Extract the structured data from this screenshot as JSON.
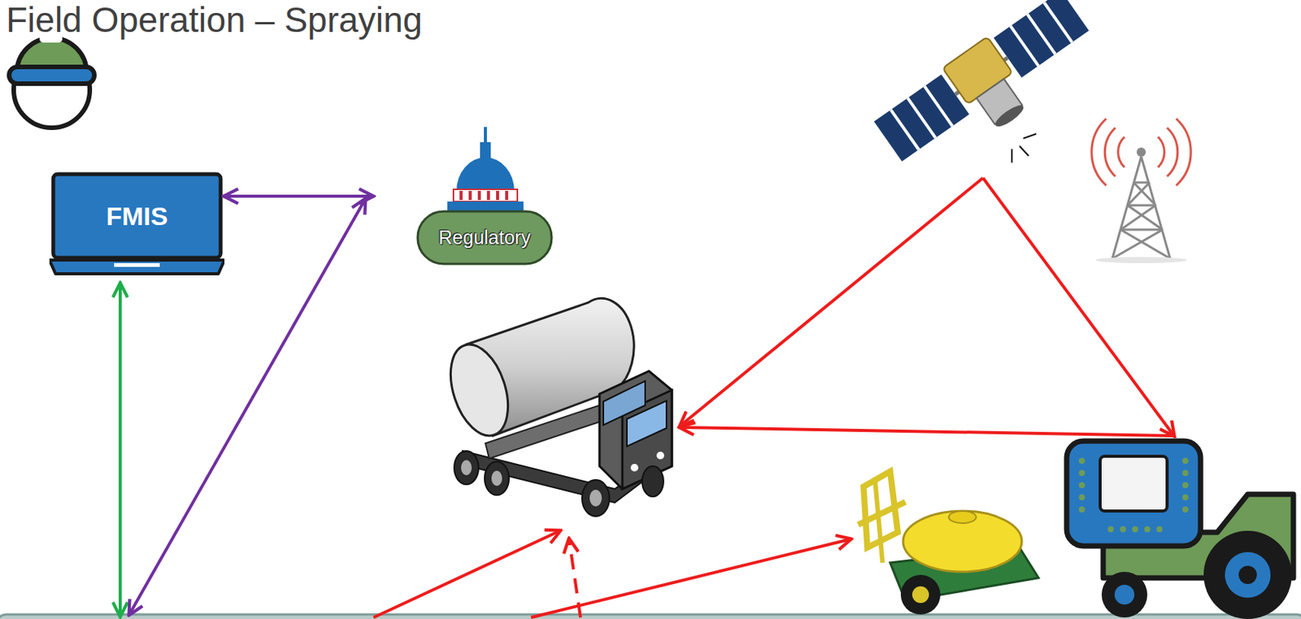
{
  "diagram": {
    "title": "Field Operation – Spraying",
    "nodes": [
      {
        "text": [
          "FMIS"
        ]
      },
      {
        "text": [
          "Regulatory"
        ]
      }
    ],
    "edges": [
      {
        "from": 0,
        "to": 1,
        "arrow": "both"
      }
    ]
  }
}
